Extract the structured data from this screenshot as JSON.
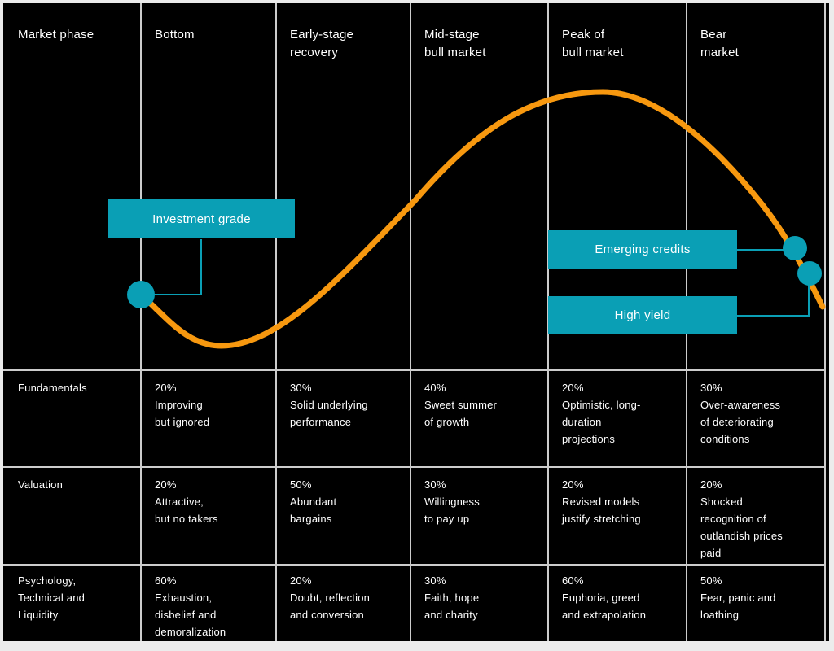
{
  "headers": {
    "market_phase": "Market phase",
    "phases": [
      "Bottom",
      "Early-stage\nrecovery",
      "Mid-stage\nbull market",
      "Peak of\nbull market",
      "Bear\nmarket"
    ]
  },
  "curve_markers": [
    {
      "label": "Investment grade",
      "position": "bottom of cycle"
    },
    {
      "label": "Emerging credits",
      "position": "early decline after peak"
    },
    {
      "label": "High yield",
      "position": "decline after peak, below emerging credits"
    }
  ],
  "table": {
    "rows": [
      {
        "label": "Fundamentals",
        "cells": [
          "20%\nImproving\nbut ignored",
          "30%\nSolid underlying\nperformance",
          "40%\nSweet summer\nof growth",
          "20%\nOptimistic, long-\nduration\nprojections",
          "30%\nOver-awareness\nof deteriorating\nconditions"
        ]
      },
      {
        "label": "Valuation",
        "cells": [
          "20%\nAttractive,\nbut no takers",
          "50%\nAbundant\nbargains",
          "30%\nWillingness\nto pay up",
          "20%\nRevised models\njustify stretching",
          "20%\nShocked\nrecognition of\noutlandish prices\npaid"
        ]
      },
      {
        "label": "Psychology,\nTechnical and\nLiquidity",
        "cells": [
          "60%\nExhaustion,\ndisbelief and\ndemoralization",
          "20%\nDoubt, reflection\nand conversion",
          "30%\nFaith, hope\nand charity",
          "60%\nEuphoria, greed\nand extrapolation",
          "50%\nFear, panic and\nloathing"
        ]
      }
    ]
  },
  "colors": {
    "accent_teal": "#0A9FB5",
    "curve_orange": "#F7980F",
    "gridline": "#CCCCCC",
    "panel_background": "#000000",
    "page_background": "#ECECEC",
    "text": "#FFFFFF"
  }
}
